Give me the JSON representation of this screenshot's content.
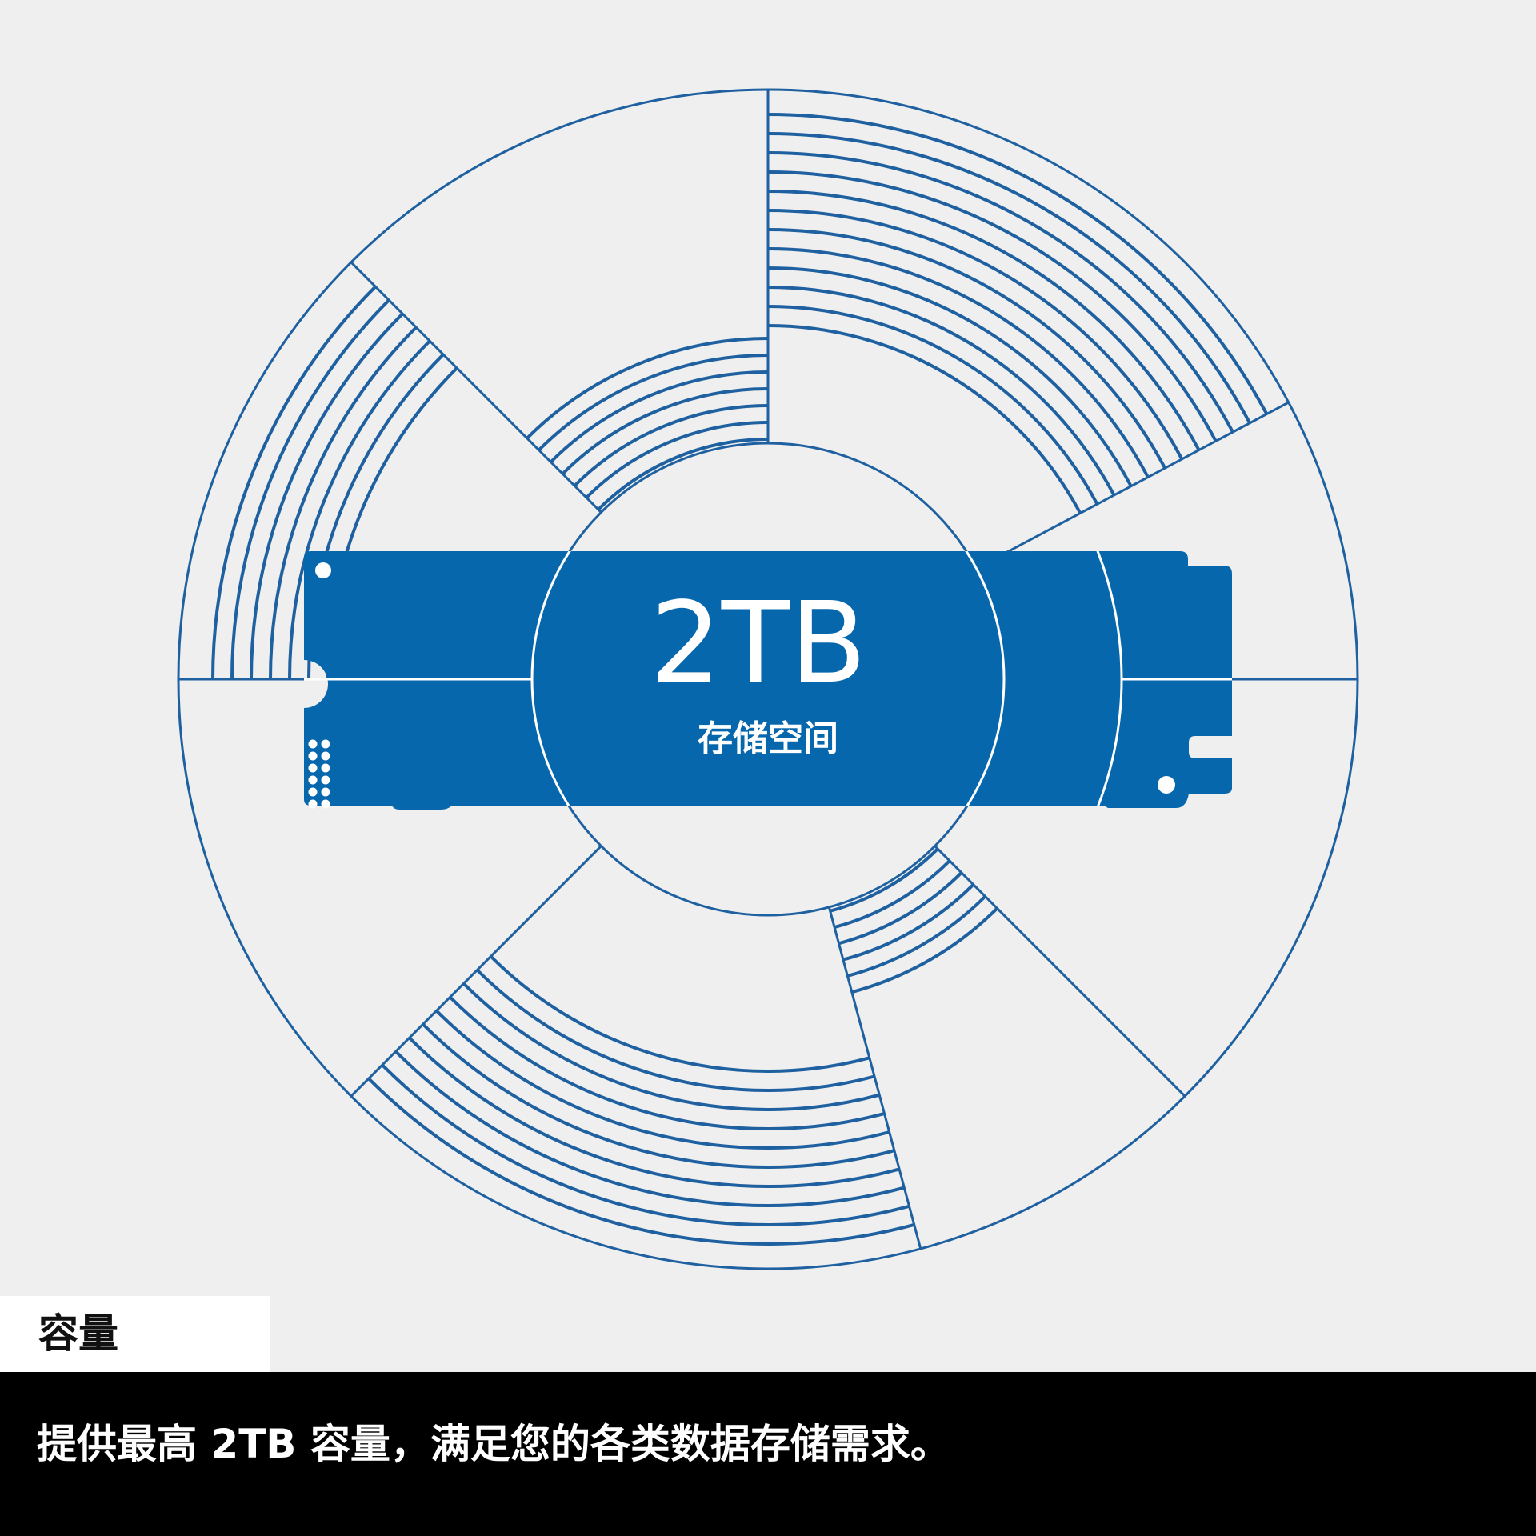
{
  "capacity": {
    "value": "2TB",
    "label": "存储空间"
  },
  "tag": {
    "label": "容量"
  },
  "caption": {
    "text": "提供最高 2TB 容量，满足您的各类数据存储需求。"
  },
  "colors": {
    "background": "#efefef",
    "line_blue": "#1e60a0",
    "ssd_blue": "#0767ac",
    "tag_background": "#ffffff",
    "caption_background": "#000000",
    "caption_text": "#ffffff"
  },
  "icons": [
    "storage-pie-wheel",
    "m2-ssd-icon"
  ]
}
